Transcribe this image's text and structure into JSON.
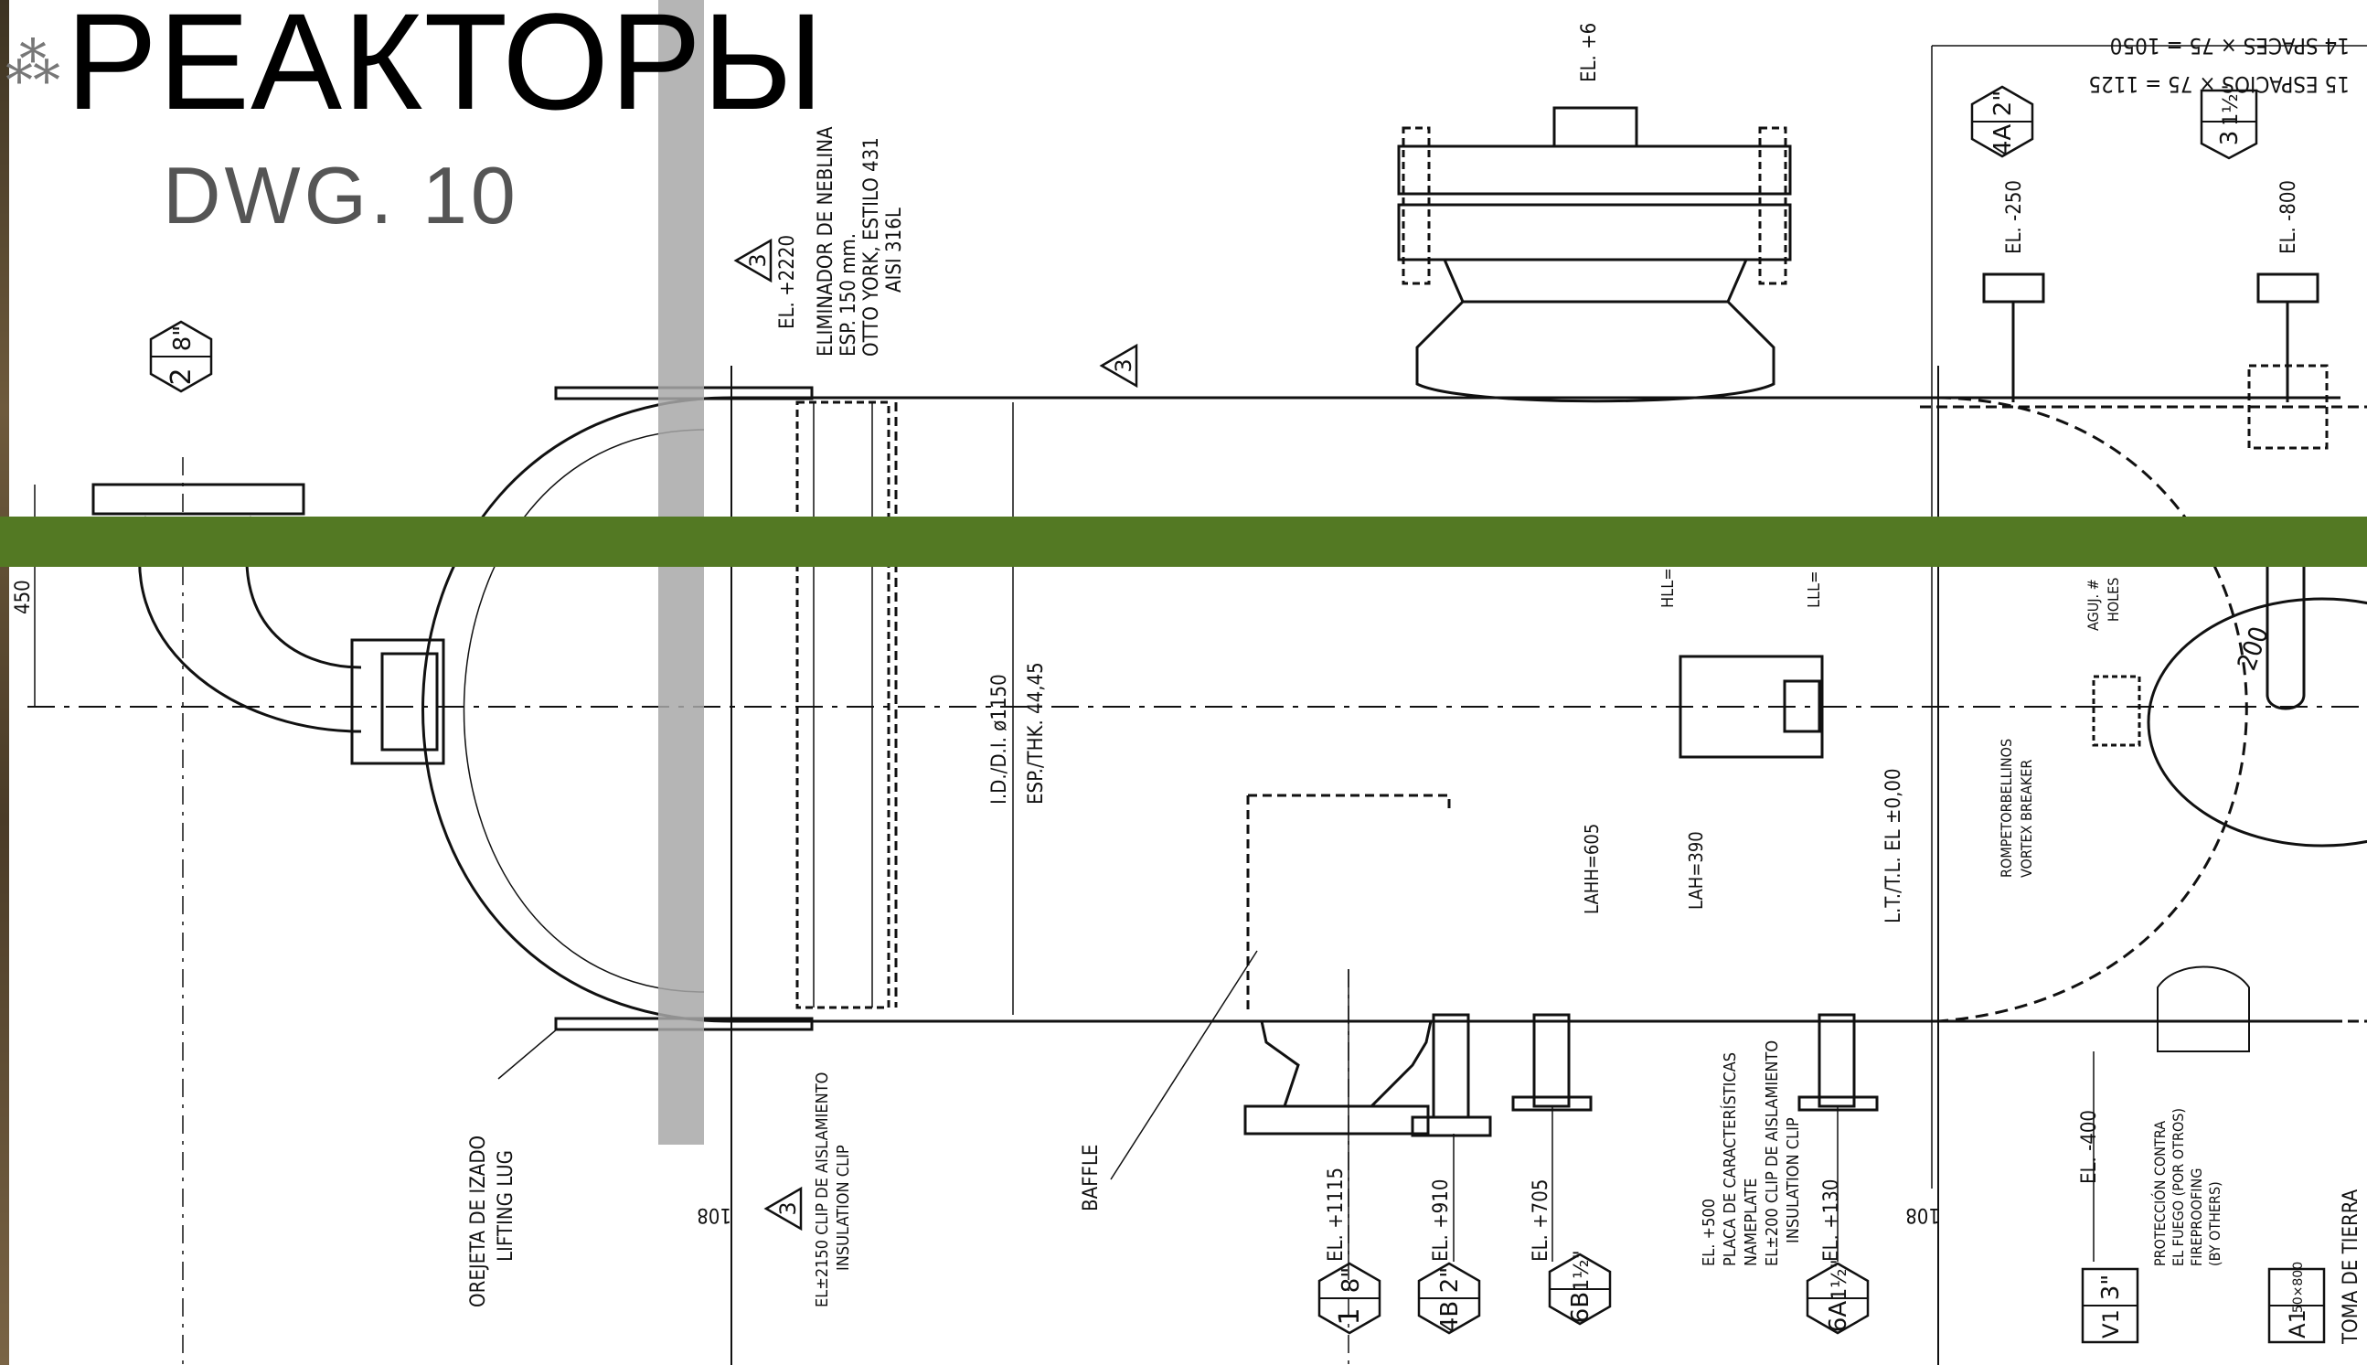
{
  "slide": {
    "title": "РЕАКТОРЫ",
    "subtitle": "DWG. 10",
    "ornament_icon": "flourish-icon",
    "band_color": "#537923",
    "overlay_color": "#a8a8a8"
  },
  "drawing": {
    "top_right_dims": [
      "14 SPACES × 75 = 1050",
      "15 ESPACIOS × 75 = 1125"
    ],
    "elevations": [
      "EL. +6",
      "EL. +2220",
      "EL. -250",
      "EL. -800",
      "EL. -400",
      "EL. +1115",
      "EL. +910",
      "EL. +705",
      "EL. +130"
    ],
    "mist_eliminator_note": [
      "ELIMINADOR DE NEBLINA",
      "ESP. 150 mm.",
      "OTTO YORK, ESTILO 431",
      "AISI 316L"
    ],
    "shell_dims": [
      "I.D./D.I. ø1150",
      "ESP./THK. 44,45"
    ],
    "tl_label": "L.T./T.L. EL ±0,00",
    "level_labels": [
      "HLL=",
      "LLL=",
      "LAHH=605",
      "LAH=390"
    ],
    "dim_450": "450",
    "dim_200": "200",
    "dim_108": "108",
    "callouts": [
      {
        "id": "top-left",
        "top": "2",
        "bottom": "8\""
      },
      {
        "id": "3-a",
        "top": "3",
        "bottom": ""
      },
      {
        "id": "3-b",
        "top": "3",
        "bottom": ""
      },
      {
        "id": "3-c",
        "top": "3",
        "bottom": ""
      },
      {
        "id": "4A",
        "top": "4A",
        "bottom": "2\""
      },
      {
        "id": "3-right",
        "top": "3",
        "bottom": "1½\""
      },
      {
        "id": "1",
        "top": "1",
        "bottom": "8\""
      },
      {
        "id": "4B",
        "top": "4B",
        "bottom": "2\""
      },
      {
        "id": "6B",
        "top": "6B",
        "bottom": "1½\""
      },
      {
        "id": "6A",
        "top": "6A",
        "bottom": "1½\""
      },
      {
        "id": "V1",
        "top": "V1",
        "bottom": "3\""
      },
      {
        "id": "A1",
        "top": "A1",
        "bottom": "50×800"
      }
    ],
    "notes": {
      "lifting_lug": [
        "OREJETA DE IZADO",
        "LIFTING LUG"
      ],
      "insulation_clip": [
        "EL±2150 CLIP DE AISLAMIENTO",
        "INSULATION CLIP"
      ],
      "baffle": "BAFFLE",
      "nameplate": [
        "EL. +500",
        "PLACA DE CARACTERÍSTICAS",
        "NAMEPLATE",
        "EL±200 CLIP DE AISLAMIENTO",
        "INSULATION CLIP"
      ],
      "fireproofing": [
        "PROTECCIÓN CONTRA",
        "EL FUEGO (POR OTROS)",
        "FIREPROOFING",
        "(BY OTHERS)"
      ],
      "ground": "TOMA DE TIERRA",
      "vortex": [
        "ROMPETORBELLINOS",
        "VORTEX BREAKER"
      ],
      "holes": [
        "AGUJ. #",
        "HOLES"
      ]
    }
  }
}
